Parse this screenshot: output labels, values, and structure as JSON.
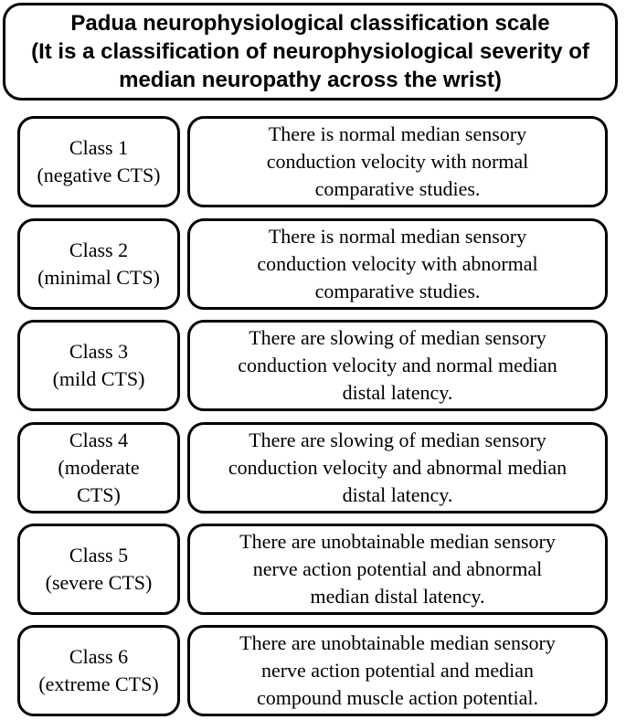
{
  "title": {
    "line1": "Padua neurophysiological classification scale",
    "line2": "(It is a classification of neurophysiological severity of",
    "line3": "median neuropathy across the wrist)"
  },
  "classes": [
    {
      "label": [
        "Class 1",
        "(negative CTS)"
      ],
      "description": [
        "There is normal median sensory",
        "conduction velocity with normal",
        "comparative studies."
      ]
    },
    {
      "label": [
        "Class 2",
        "(minimal CTS)"
      ],
      "description": [
        "There is normal median sensory",
        "conduction velocity with abnormal",
        "comparative studies."
      ]
    },
    {
      "label": [
        "Class 3",
        "(mild CTS)"
      ],
      "description": [
        "There are slowing of median sensory",
        "conduction velocity and normal median",
        "distal latency."
      ]
    },
    {
      "label": [
        "Class 4",
        "(moderate",
        "CTS)"
      ],
      "description": [
        "There are slowing of median sensory",
        "conduction velocity and abnormal median",
        "distal latency."
      ]
    },
    {
      "label": [
        "Class 5",
        "(severe CTS)"
      ],
      "description": [
        "There are unobtainable median sensory",
        "nerve action potential and abnormal",
        "median distal latency."
      ]
    },
    {
      "label": [
        "Class 6",
        "(extreme CTS)"
      ],
      "description": [
        "There are unobtainable median sensory",
        "nerve action potential and median",
        "compound muscle action potential."
      ]
    }
  ]
}
